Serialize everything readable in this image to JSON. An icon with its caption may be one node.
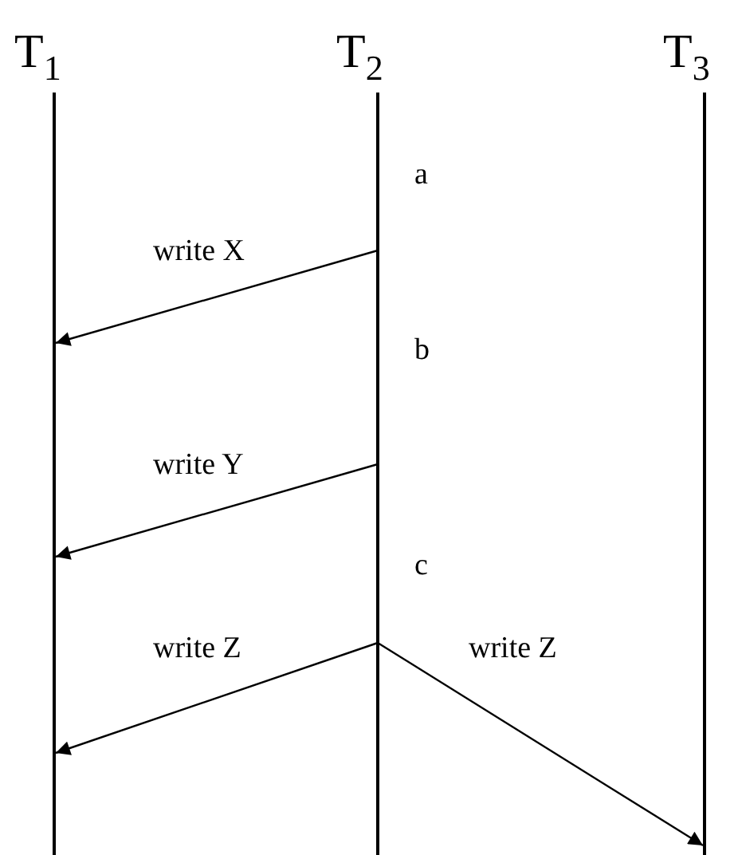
{
  "diagram": {
    "nodes": [
      {
        "text": [
          "T$_{1}$"
        ]
      },
      {
        "text": [
          "T$_{2}$"
        ]
      },
      {
        "text": [
          "T$_{3}$"
        ]
      }
    ],
    "edges": [
      {
        "from": 1,
        "to": 0,
        "arrow": "to",
        "label": "write X"
      },
      {
        "from": 1,
        "to": 0,
        "arrow": "to",
        "label": "write Y"
      },
      {
        "from": 1,
        "to": 0,
        "arrow": "to",
        "label": "write Z"
      },
      {
        "from": 1,
        "to": 2,
        "arrow": "to",
        "label": "write Z"
      }
    ],
    "labels": [
      "a",
      "b",
      "c"
    ]
  }
}
